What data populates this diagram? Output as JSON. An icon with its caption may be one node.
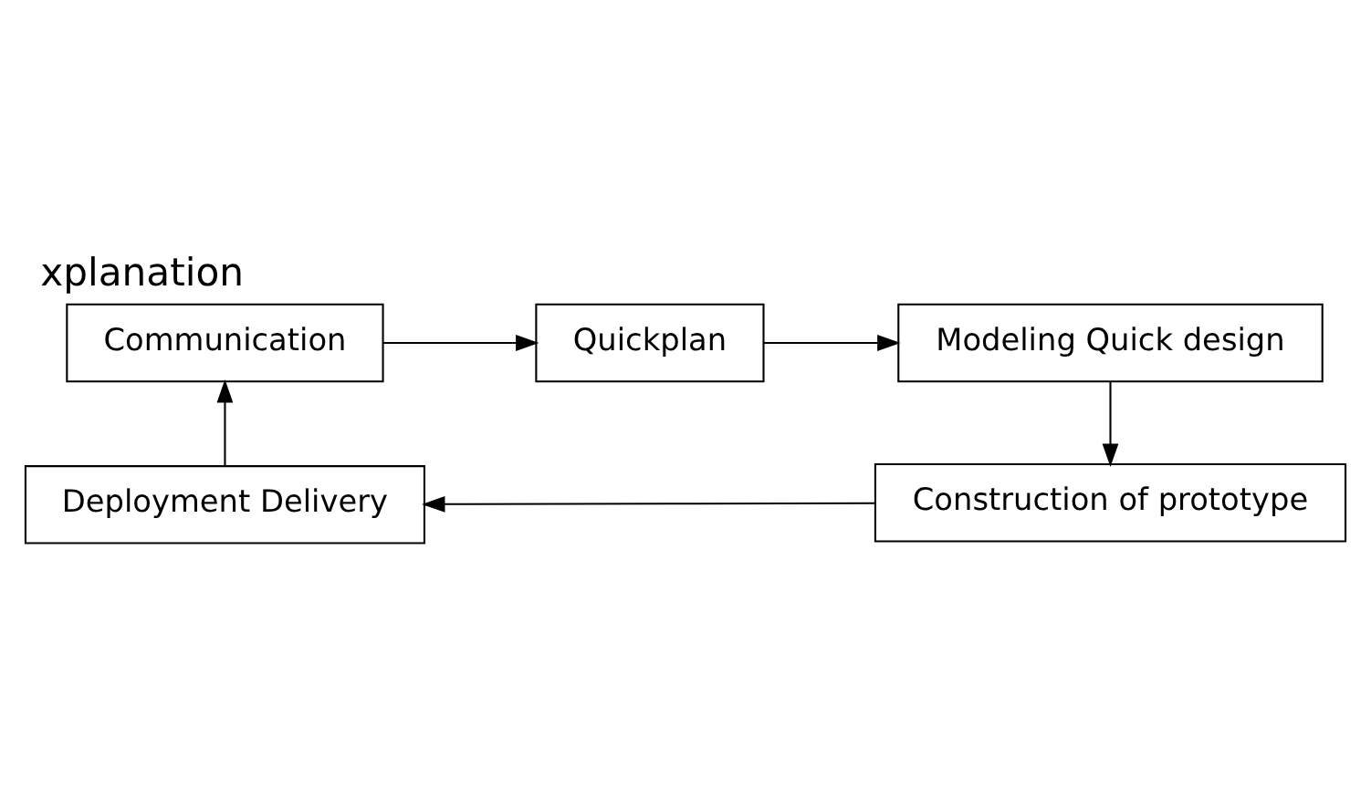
{
  "diagram": {
    "title": "xplanation",
    "nodes": [
      {
        "text": [
          "Communication"
        ]
      },
      {
        "text": [
          "Quickplan"
        ]
      },
      {
        "text": [
          "Modeling Quick design"
        ]
      },
      {
        "text": [
          "Construction of prototype"
        ]
      },
      {
        "text": [
          "Deployment Delivery"
        ]
      }
    ],
    "edges": [
      {
        "from": 0,
        "to": 1,
        "arrow": "to"
      },
      {
        "from": 1,
        "to": 2,
        "arrow": "to"
      },
      {
        "from": 2,
        "to": 3,
        "arrow": "to"
      },
      {
        "from": 3,
        "to": 4,
        "arrow": "to"
      },
      {
        "from": 4,
        "to": 0,
        "arrow": "to"
      }
    ]
  }
}
